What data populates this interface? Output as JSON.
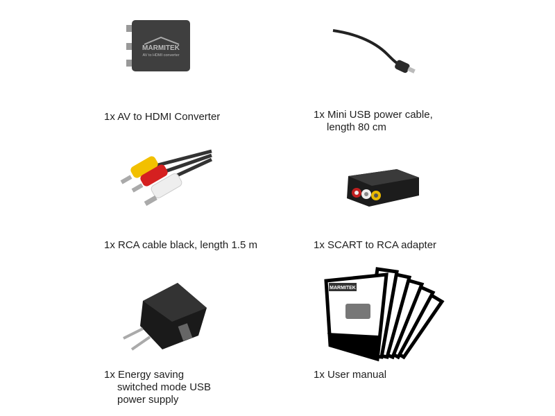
{
  "brand": "MARMITEK",
  "converter_label": "AV to HDMI converter",
  "items": [
    {
      "qty": "1x",
      "name": "AV to HDMI Converter",
      "icon": "av-hdmi-converter"
    },
    {
      "qty": "1x",
      "name": "Mini USB power cable,",
      "name2": "length 80 cm",
      "icon": "mini-usb-cable"
    },
    {
      "qty": "1x",
      "name": "RCA cable black, length 1.5 m",
      "icon": "rca-cable"
    },
    {
      "qty": "1x",
      "name": "SCART to RCA adapter",
      "icon": "scart-adapter"
    },
    {
      "qty": "1x",
      "name": "Energy saving",
      "name2": "switched mode USB",
      "name3": "power supply",
      "icon": "usb-power-supply"
    },
    {
      "qty": "1x",
      "name": "User manual",
      "icon": "user-manual"
    }
  ]
}
